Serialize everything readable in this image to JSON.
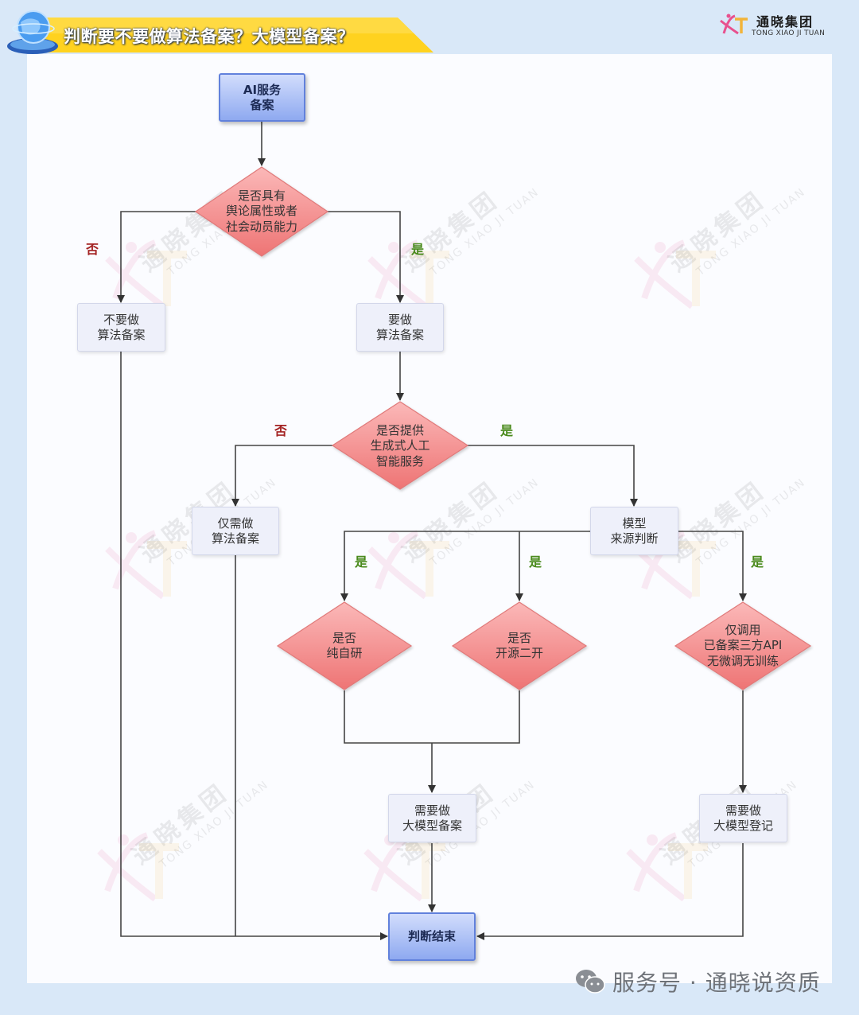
{
  "header": {
    "title": "判断要不要做算法备案？大模型备案？",
    "brand_cn": "通晓集团",
    "brand_en": "TONG XIAO JI TUAN"
  },
  "watermark": {
    "cn": "通晓集团",
    "en": "TONG XIAO JI TUAN"
  },
  "nodes": {
    "start": [
      "AI服务",
      "备案"
    ],
    "q1": [
      "是否具有",
      "舆论属性或者",
      "社会动员能力"
    ],
    "no_filing": [
      "不要做",
      "算法备案"
    ],
    "do_filing": [
      "要做",
      "算法备案"
    ],
    "q2": [
      "是否提供",
      "生成式人工",
      "智能服务"
    ],
    "only_algo": [
      "仅需做",
      "算法备案"
    ],
    "model_source": [
      "模型",
      "来源判断"
    ],
    "q_self": [
      "是否",
      "纯自研"
    ],
    "q_open": [
      "是否",
      "开源二开"
    ],
    "q_api": [
      "仅调用",
      "已备案三方API",
      "无微调无训练"
    ],
    "model_filing": [
      "需要做",
      "大模型备案"
    ],
    "model_register": [
      "需要做",
      "大模型登记"
    ],
    "end": [
      "判断结束"
    ]
  },
  "labels": {
    "q1_no": "否",
    "q1_yes": "是",
    "q2_no": "否",
    "q2_yes": "是",
    "self_yes": "是",
    "open_yes": "是",
    "api_yes": "是"
  },
  "footer": {
    "text": "服务号 · 通晓说资质"
  },
  "colors": {
    "background": "#d9e8f8",
    "banner": "#ffd21f",
    "diamond_fill": "#f07a7a",
    "start_end_fill": "#8ea9f0",
    "box_fill": "#eef0fa",
    "no_label": "#a32222",
    "yes_label": "#4a8a1c"
  }
}
